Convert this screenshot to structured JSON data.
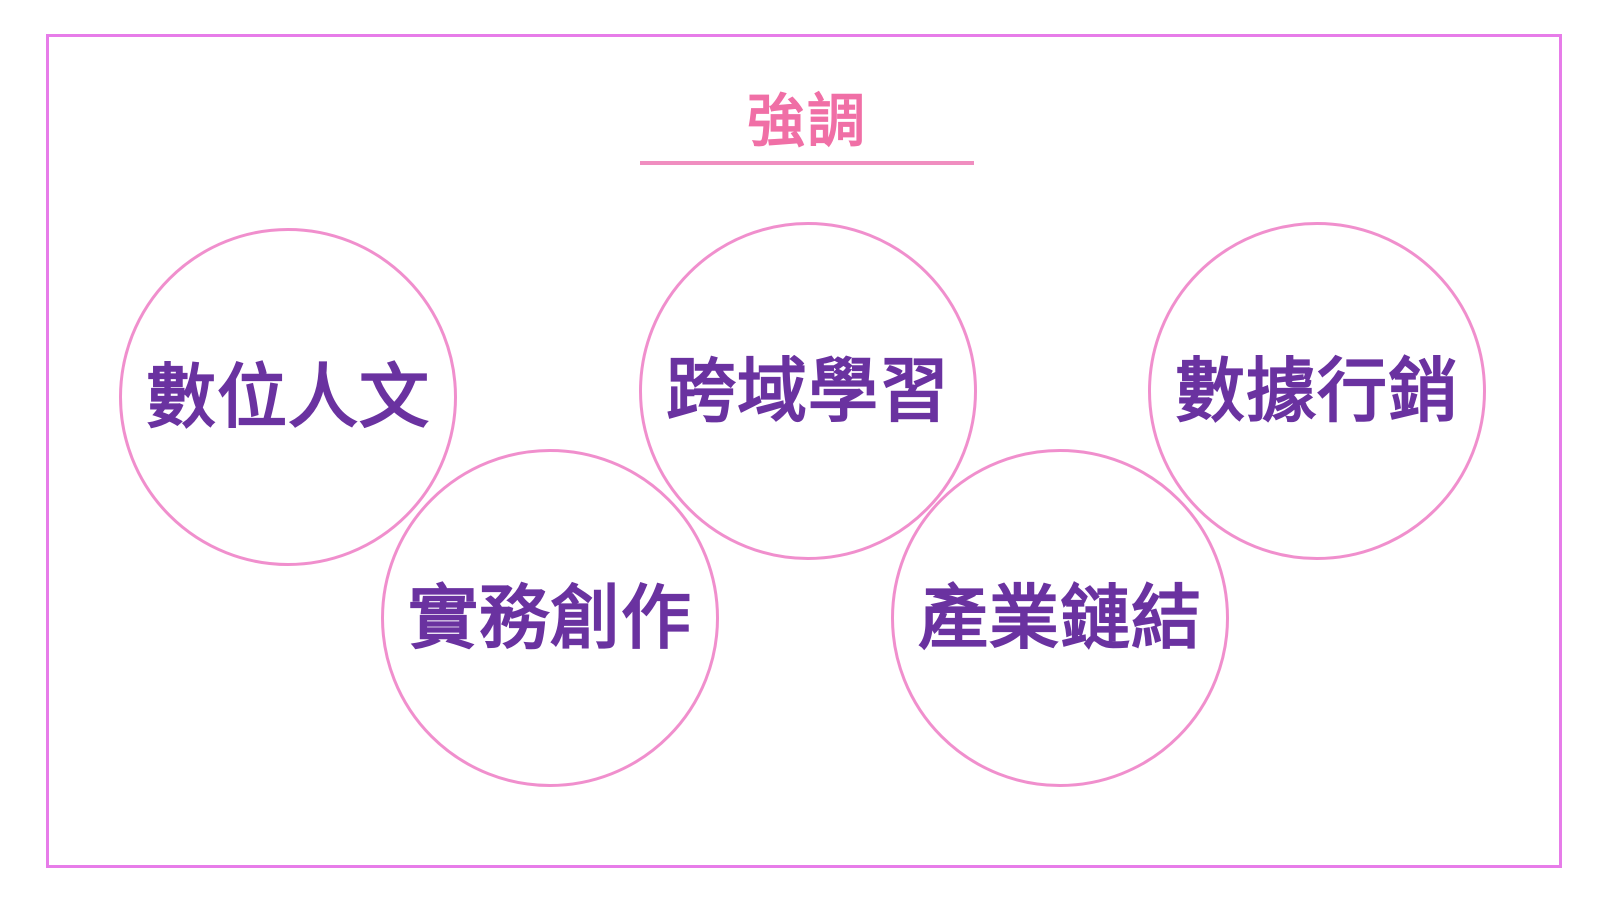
{
  "slide": {
    "title": "強調",
    "colors": {
      "frame_border": "#e77ce9",
      "title_text": "#f06fa6",
      "title_underline": "#f08ec0",
      "circle_border": "#f08fcd",
      "circle_text": "#6a32a0"
    },
    "circles": [
      {
        "label": "數位人文"
      },
      {
        "label": "實務創作"
      },
      {
        "label": "跨域學習"
      },
      {
        "label": "產業鏈結"
      },
      {
        "label": "數據行銷"
      }
    ]
  }
}
